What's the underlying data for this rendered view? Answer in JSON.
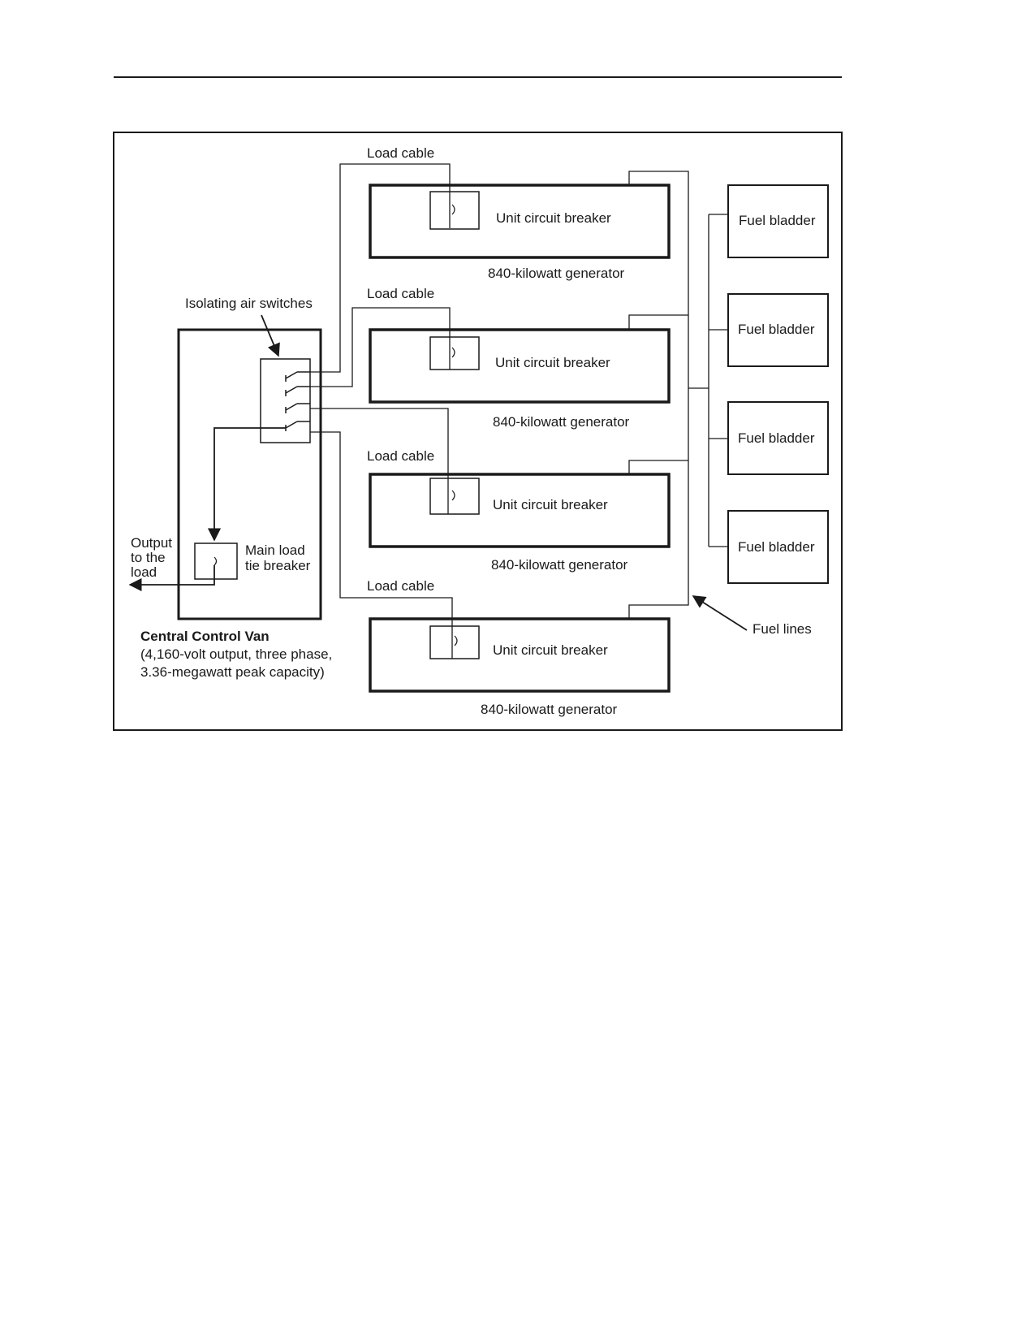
{
  "diagram": {
    "load_cable_label": "Load cable",
    "breaker_label": "Unit circuit breaker",
    "generator_label": "840-kilowatt generator",
    "fuel_bladder_label": "Fuel bladder",
    "isolating_switches_label": "Isolating air switches",
    "fuel_lines_label": "Fuel lines",
    "main_breaker_label": [
      "Main load",
      "tie breaker"
    ],
    "output_label": [
      "Output",
      "to the",
      "load"
    ],
    "van_title": "Central Control Van",
    "van_specs": [
      "(4,160-volt output, three phase,",
      "3.36-megawatt peak capacity)"
    ],
    "line_color": "#1a1a1a"
  }
}
